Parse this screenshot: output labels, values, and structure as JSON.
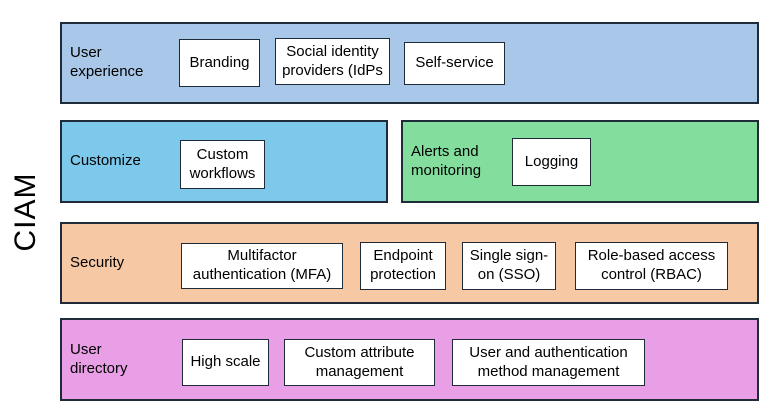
{
  "side_label": "CIAM",
  "colors": {
    "border": "#1F2B38",
    "box_fill": "#FFFFFF",
    "user_experience": "#A9C7E8",
    "customize": "#7DC9EC",
    "alerts_monitoring": "#83DE9E",
    "security": "#F6C8A3",
    "user_directory": "#E89FE6"
  },
  "rows": {
    "user_experience": {
      "label": "User experience",
      "boxes": {
        "branding": "Branding",
        "social_idps": "Social identity providers (IdPs",
        "self_service": "Self-service"
      }
    },
    "customize": {
      "label": "Customize",
      "boxes": {
        "custom_workflows": "Custom workflows"
      }
    },
    "alerts_monitoring": {
      "label": "Alerts and monitoring",
      "boxes": {
        "logging": "Logging"
      }
    },
    "security": {
      "label": "Security",
      "boxes": {
        "mfa": "Multifactor authentication (MFA)",
        "endpoint_protection": "Endpoint protection",
        "sso": "Single sign-on (SSO)",
        "rbac": "Role-based access control (RBAC)"
      }
    },
    "user_directory": {
      "label": "User directory",
      "boxes": {
        "high_scale": "High scale",
        "custom_attribute_management": "Custom attribute management",
        "user_auth_method_management": "User and authentication method management"
      }
    }
  }
}
